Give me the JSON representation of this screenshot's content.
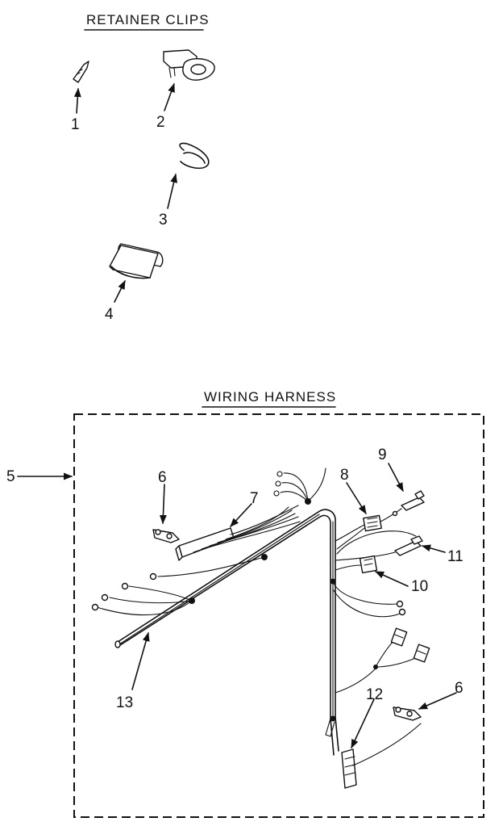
{
  "titles": {
    "retainer_clips": "RETAINER CLIPS",
    "wiring_harness": "WIRING HARNESS"
  },
  "callouts": {
    "p1": "1",
    "p2": "2",
    "p3": "3",
    "p4": "4",
    "p5": "5",
    "p6a": "6",
    "p6b": "6",
    "p7": "7",
    "p8": "8",
    "p9": "9",
    "p10": "10",
    "p11": "11",
    "p12": "12",
    "p13": "13"
  }
}
